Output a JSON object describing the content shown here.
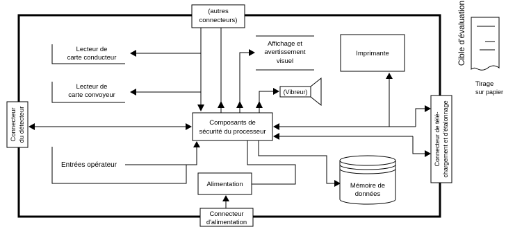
{
  "diagram": {
    "evaluation_target_label": "Cible d'évaluation",
    "nodes": {
      "other_connectors": {
        "lines": [
          "(autres",
          "connecteurs)"
        ]
      },
      "driver_card_reader": {
        "lines": [
          "Lecteur de",
          "carte conducteur"
        ]
      },
      "codriver_card_reader": {
        "lines": [
          "Lecteur de",
          "carte convoyeur"
        ]
      },
      "display": {
        "lines": [
          "Affichage et",
          "avertissement",
          "visuel"
        ]
      },
      "buzzer": {
        "lines": [
          "(Vibreur)"
        ]
      },
      "printer": {
        "lines": [
          "Imprimante"
        ]
      },
      "processor": {
        "lines": [
          "Composants de",
          "sécurité du processeur"
        ]
      },
      "motion_sensor_connector": {
        "lines": [
          "Connecteur",
          "du détecteur"
        ]
      },
      "download_connector": {
        "lines": [
          "Connecteur de télé-",
          "chargement et d'étalonnage"
        ]
      },
      "operator_inputs": {
        "lines": [
          "Entrées opérateur"
        ]
      },
      "power_supply": {
        "lines": [
          "Alimentation"
        ]
      },
      "data_memory": {
        "lines": [
          "Mémoire de",
          "données"
        ]
      },
      "power_connector": {
        "lines": [
          "Connecteur",
          "d'alimentation"
        ]
      },
      "paper_printout": {
        "lines": [
          "Tirage",
          "sur papier"
        ]
      }
    }
  },
  "icons": {
    "buzzer": "speaker-icon",
    "paper_printout": "paper-sheet-icon",
    "data_memory": "database-cylinder-icon"
  },
  "colors": {
    "line": "#000000",
    "background": "#ffffff"
  }
}
